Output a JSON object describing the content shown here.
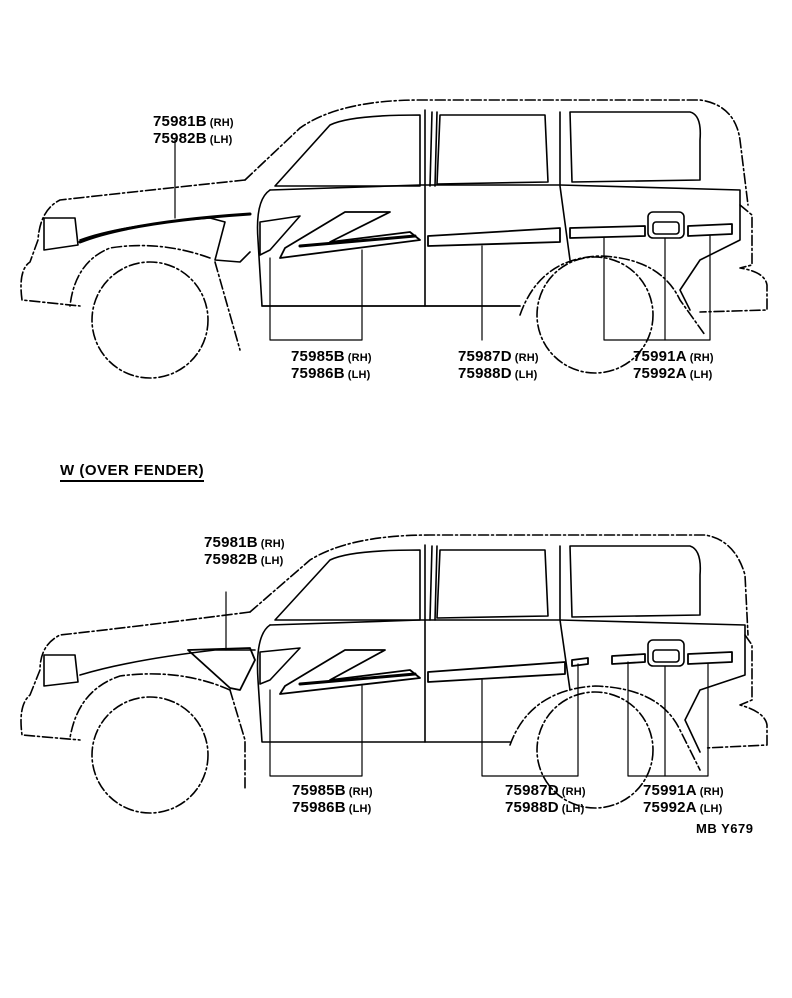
{
  "top": {
    "labels": [
      {
        "rh": "75981B",
        "lh": "75982B"
      },
      {
        "rh": "75985B",
        "lh": "75986B"
      },
      {
        "rh": "75987D",
        "lh": "75988D"
      },
      {
        "rh": "75991A",
        "lh": "75992A"
      }
    ]
  },
  "bottom": {
    "title": "W (OVER FENDER)",
    "labels": [
      {
        "rh": "75981B",
        "lh": "75982B"
      },
      {
        "rh": "75985B",
        "lh": "75986B"
      },
      {
        "rh": "75987D",
        "lh": "75988D"
      },
      {
        "rh": "75991A",
        "lh": "75992A"
      }
    ]
  },
  "side_rh": "(RH)",
  "side_lh": "(LH)",
  "ref_code": "MB  Y679"
}
